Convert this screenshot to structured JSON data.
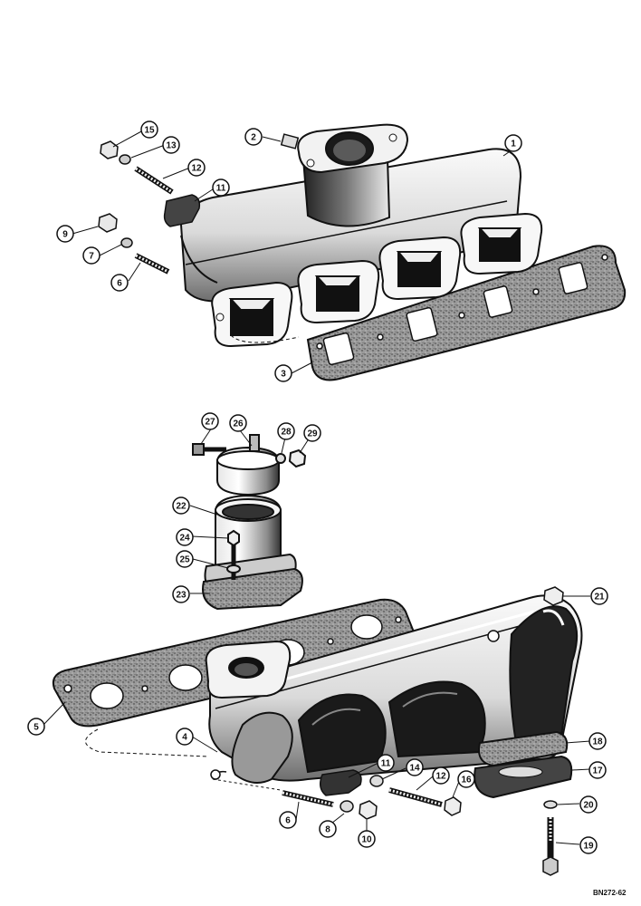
{
  "diagram": {
    "type": "exploded-parts-view",
    "figure_code": "BN272-62",
    "colors": {
      "ink": "#111111",
      "gasket": "#8a8a8a",
      "casting_light": "#f4f4f4",
      "casting_mid": "#bdbdbd",
      "paper": "#ffffff"
    },
    "callouts": [
      {
        "id": "c1",
        "label": "1"
      },
      {
        "id": "c2",
        "label": "2"
      },
      {
        "id": "c3",
        "label": "3"
      },
      {
        "id": "c4",
        "label": "4"
      },
      {
        "id": "c5",
        "label": "5"
      },
      {
        "id": "c6a",
        "label": "6"
      },
      {
        "id": "c6b",
        "label": "6"
      },
      {
        "id": "c7",
        "label": "7"
      },
      {
        "id": "c8",
        "label": "8"
      },
      {
        "id": "c9",
        "label": "9"
      },
      {
        "id": "c10",
        "label": "10"
      },
      {
        "id": "c11a",
        "label": "11"
      },
      {
        "id": "c11b",
        "label": "11"
      },
      {
        "id": "c12a",
        "label": "12"
      },
      {
        "id": "c12b",
        "label": "12"
      },
      {
        "id": "c13",
        "label": "13"
      },
      {
        "id": "c14",
        "label": "14"
      },
      {
        "id": "c15",
        "label": "15"
      },
      {
        "id": "c16",
        "label": "16"
      },
      {
        "id": "c17",
        "label": "17"
      },
      {
        "id": "c18",
        "label": "18"
      },
      {
        "id": "c19",
        "label": "19"
      },
      {
        "id": "c20",
        "label": "20"
      },
      {
        "id": "c21",
        "label": "21"
      },
      {
        "id": "c22",
        "label": "22"
      },
      {
        "id": "c23",
        "label": "23"
      },
      {
        "id": "c24",
        "label": "24"
      },
      {
        "id": "c25",
        "label": "25"
      },
      {
        "id": "c26",
        "label": "26"
      },
      {
        "id": "c27",
        "label": "27"
      },
      {
        "id": "c28",
        "label": "28"
      },
      {
        "id": "c29",
        "label": "29"
      }
    ]
  }
}
